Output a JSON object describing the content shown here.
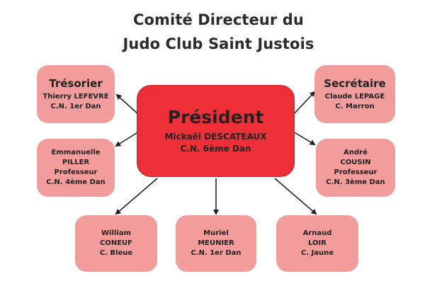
{
  "title": {
    "line1": "Comité Directeur du",
    "line2": "Judo Club Saint Justois"
  },
  "president": {
    "role": "Président",
    "name": "Mickaël DESCATEAUX",
    "grade": "C.N. 6ème Dan"
  },
  "tresorier": {
    "role": "Trésorier",
    "name": "Thierry LEFEVRE",
    "grade": "C.N. 1er Dan"
  },
  "secretaire": {
    "role": "Secrétaire",
    "name": "Claude LEPAGE",
    "grade": "C. Marron"
  },
  "members": {
    "emmanuelle": {
      "first": "Emmanuelle",
      "last": "PILLER",
      "position": "Professeur",
      "grade": "C.N. 4ème Dan"
    },
    "andre": {
      "first": "André",
      "last": "COUSIN",
      "position": "Professeur",
      "grade": "C.N. 3ème Dan"
    },
    "william": {
      "first": "William",
      "last": "CONEUF",
      "grade": "C. Bleue"
    },
    "muriel": {
      "first": "Muriel",
      "last": "MEUNIER",
      "grade": "C.N. 1er Dan"
    },
    "arnaud": {
      "first": "Arnaud",
      "last": "LOIR",
      "grade": "C. Jaune"
    }
  },
  "colors": {
    "president_fill": "#ee2f37",
    "member_fill": "#f29c9c",
    "arrow": "#222222"
  }
}
